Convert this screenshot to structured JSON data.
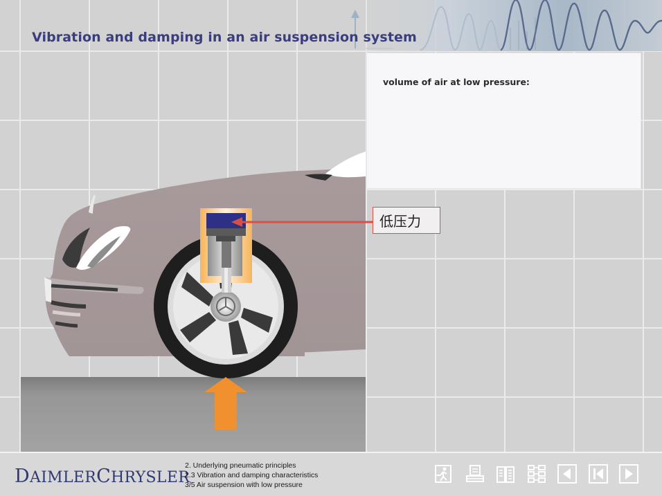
{
  "page": {
    "title": "Vibration and damping in an air suspension system"
  },
  "info_panel": {
    "text": "volume of air at low pressure:"
  },
  "callout": {
    "label": "低压力"
  },
  "footer": {
    "logo_first_initial": "D",
    "logo_first_rest": "AIMLER",
    "logo_second_initial": "C",
    "logo_second_rest": "HRYSLER",
    "breadcrumbs": [
      "2. Underlying pneumatic principles",
      "2.3 Vibration and damping characteristics",
      "3/5 Air suspension with low pressure"
    ]
  },
  "nav_icons": [
    "exit-icon",
    "print-icon",
    "glossary-book-icon",
    "contents-map-icon",
    "previous-icon",
    "rewind-icon",
    "next-icon"
  ],
  "colors": {
    "title": "#3a3d7e",
    "accent_red": "#d94f44",
    "arrow_orange": "#f0902f",
    "piston_blue": "#2e2f86",
    "logo": "#2f3a73"
  }
}
